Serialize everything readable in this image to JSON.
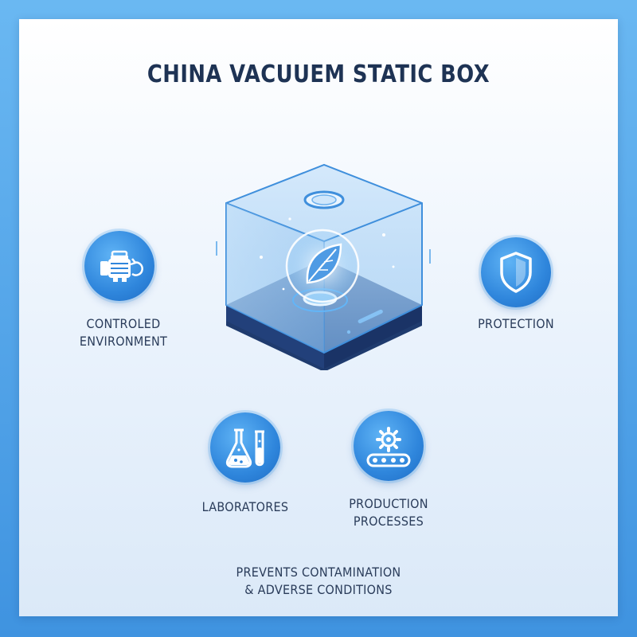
{
  "title": "CHINA VACUUEM STATIC BOX",
  "features": {
    "controlled_environment": {
      "line1": "CONTROLED",
      "line2": "ENVIRONMENT",
      "icon": "motor-icon"
    },
    "protection": {
      "line1": "PROTECTION",
      "icon": "shield-icon"
    },
    "laboratories": {
      "line1": "LABORATORES",
      "icon": "lab-flask-icon"
    },
    "production": {
      "line1": "PRODUCTION",
      "line2": "PROCESSES",
      "icon": "gear-conveyor-icon"
    }
  },
  "footer": {
    "line1": "PREVENTS CONTAMINATION",
    "line2": "& ADVERSE CONDITIONS"
  },
  "colors": {
    "accent": "#2f86dc",
    "text": "#1e3354",
    "background": "#4a9fe6"
  }
}
